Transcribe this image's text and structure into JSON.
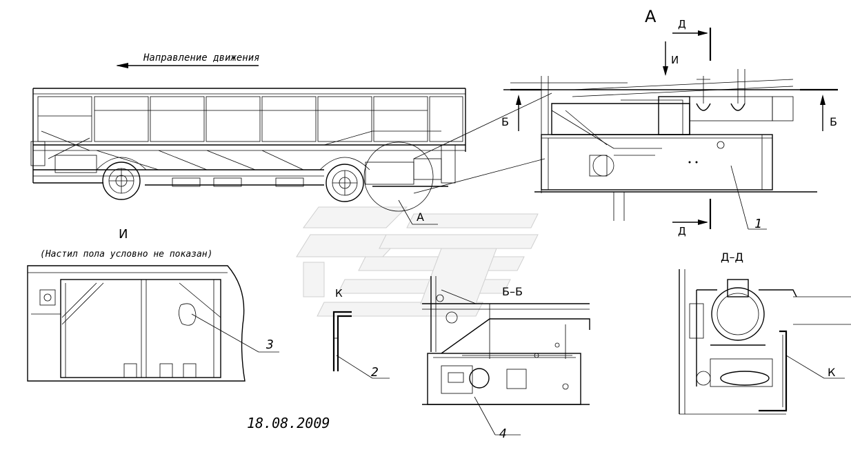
{
  "labels": {
    "direction": "Направление движения",
    "view_a": "А",
    "view_a_callout": "А",
    "section_d_top": "Д",
    "section_d_bottom": "Д",
    "view_i_arrow": "И",
    "section_b_left": "Б",
    "section_b_right": "Б",
    "view_i_title": "И",
    "view_i_note": "(Настил пола условно не показан)",
    "section_bb_title": "Б–Б",
    "section_dd_title": "Д–Д",
    "detail_k_left": "К",
    "detail_k_right": "К",
    "callout_1": "1",
    "callout_2": "2",
    "callout_3": "3",
    "callout_4": "4",
    "date": "18.08.2009"
  }
}
